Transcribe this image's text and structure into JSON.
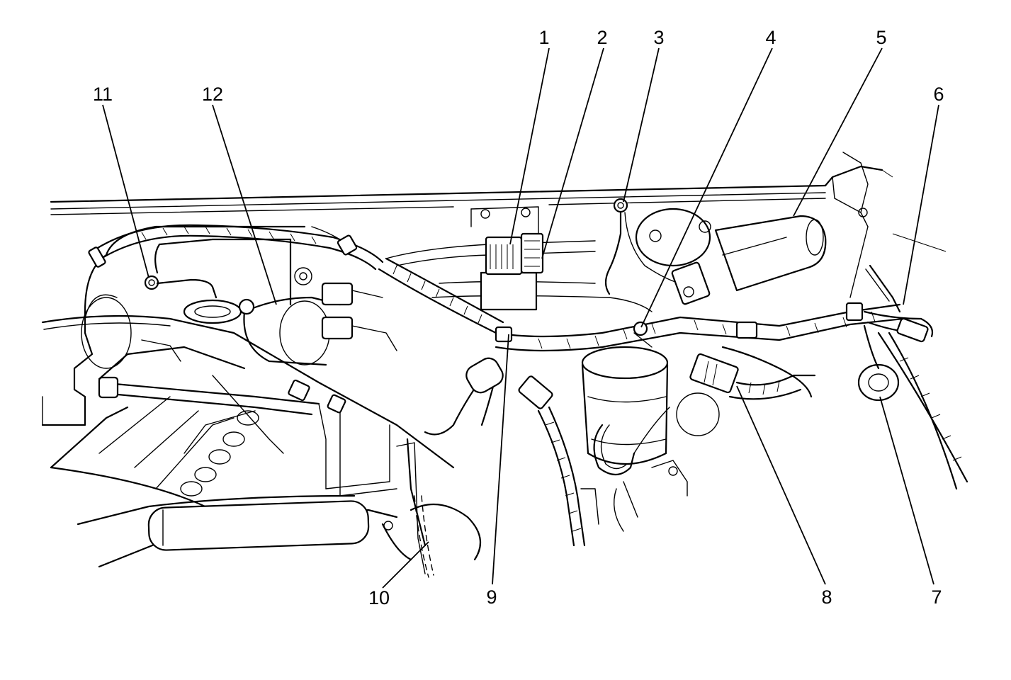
{
  "callouts": [
    {
      "id": "1",
      "label": "1"
    },
    {
      "id": "2",
      "label": "2"
    },
    {
      "id": "3",
      "label": "3"
    },
    {
      "id": "4",
      "label": "4"
    },
    {
      "id": "5",
      "label": "5"
    },
    {
      "id": "6",
      "label": "6"
    },
    {
      "id": "7",
      "label": "7"
    },
    {
      "id": "8",
      "label": "8"
    },
    {
      "id": "9",
      "label": "9"
    },
    {
      "id": "10",
      "label": "10"
    },
    {
      "id": "11",
      "label": "11"
    },
    {
      "id": "12",
      "label": "12"
    }
  ],
  "colors": {
    "ink": "#000000",
    "background": "#ffffff"
  }
}
